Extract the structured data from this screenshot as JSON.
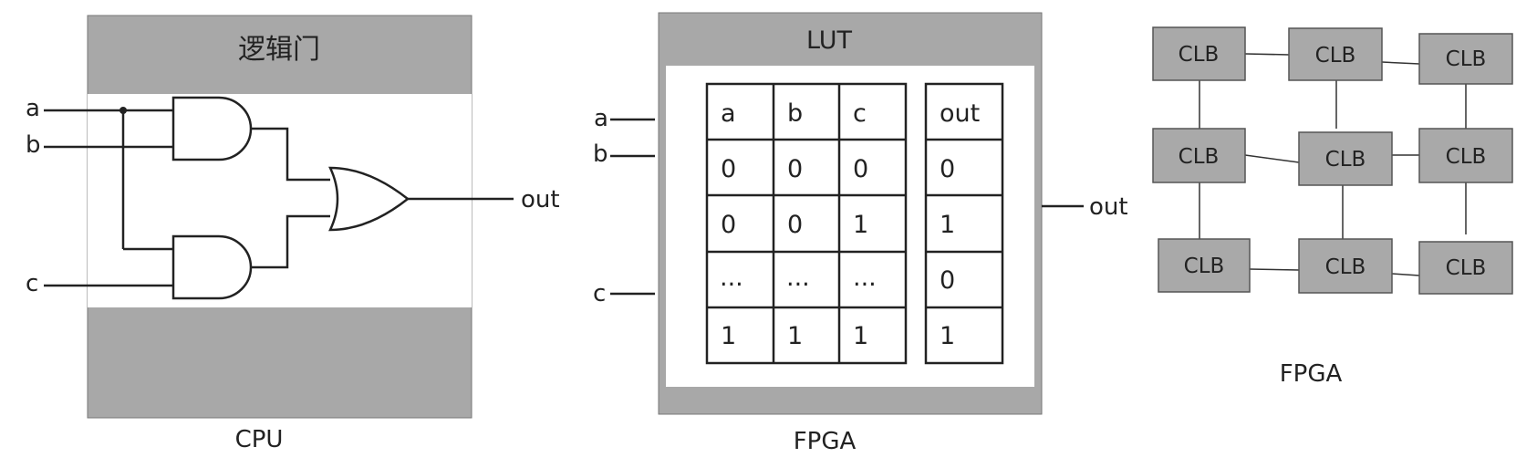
{
  "colors": {
    "block_gray": "#a8a8a8",
    "clb_fill": "#a9a9a9",
    "line": "#222222",
    "background": "#ffffff"
  },
  "cpu": {
    "title": "逻辑门",
    "inputs": [
      "a",
      "b",
      "c"
    ],
    "output": "out",
    "caption": "CPU"
  },
  "lut": {
    "title": "LUT",
    "inputs": [
      "a",
      "b",
      "c"
    ],
    "output": "out",
    "caption": "FPGA",
    "table": {
      "headers": [
        "a",
        "b",
        "c"
      ],
      "rows": [
        [
          "0",
          "0",
          "0"
        ],
        [
          "0",
          "0",
          "1"
        ],
        [
          "...",
          "...",
          "..."
        ],
        [
          "1",
          "1",
          "1"
        ]
      ]
    },
    "out_table": {
      "header": "out",
      "values": [
        "0",
        "1",
        "0",
        "1"
      ]
    }
  },
  "clb_grid": {
    "block_label": "CLB",
    "caption": "FPGA"
  }
}
